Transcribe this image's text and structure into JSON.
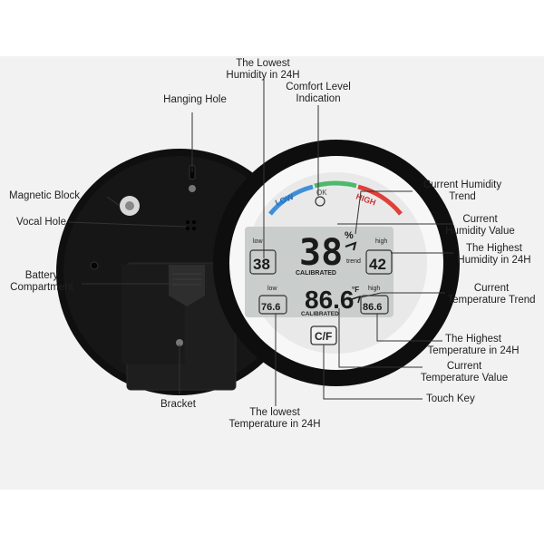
{
  "labels": {
    "lowest_humidity": [
      "The Lowest",
      "Humidity in 24H"
    ],
    "hanging_hole": "Hanging Hole",
    "comfort_level": [
      "Comfort Level",
      "Indication"
    ],
    "magnetic_block": "Magnetic Block",
    "current_humidity_trend": [
      "Current Humidity",
      "Trend"
    ],
    "vocal_hole": "Vocal Hole",
    "current_humidity_value": [
      "Current",
      "Humidity Value"
    ],
    "highest_humidity": [
      "The Highest",
      "Humidity in 24H"
    ],
    "battery_compartment": [
      "Battery",
      "Compartment"
    ],
    "current_temperature_trend": [
      "Current",
      "Temperature Trend"
    ],
    "highest_temperature": [
      "The Highest",
      "Temperature in 24H"
    ],
    "current_temperature_value": [
      "Current",
      "Temperature Value"
    ],
    "bracket": "Bracket",
    "touch_key": "Touch Key",
    "lowest_temperature": [
      "The lowest",
      "Temperature in 24H"
    ]
  },
  "display": {
    "comfort_low": "LOW",
    "comfort_ok": "OK",
    "comfort_high": "HIGH",
    "humidity_value": "38",
    "humidity_unit": "%",
    "trend_label": "trend",
    "calibrated": "CALIBRATED",
    "low_label": "low",
    "high_label": "high",
    "humidity_low": "38",
    "humidity_high": "42",
    "temperature_value": "86.6",
    "temperature_unit": "°F",
    "temperature_low": "76.6",
    "temperature_high": "86.6",
    "touch_key": "C/F"
  },
  "colors": {
    "bezel": "#0e0e0e",
    "ring": "#f7f7f7",
    "lcd": "#c9cdcb",
    "comfort_low": "#3f8fd8",
    "comfort_ok": "#4cba6a",
    "comfort_high": "#e0403a",
    "leader": "#333333"
  }
}
